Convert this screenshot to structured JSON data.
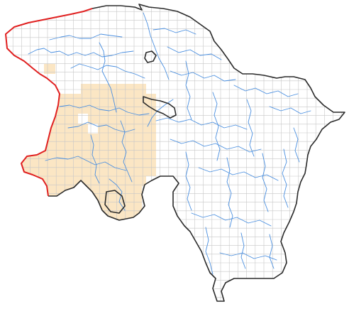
{
  "map": {
    "colors": {
      "background": "#ffffff",
      "highlight_fill": "#fbe6c4",
      "grid": "#c7c7c7",
      "state_border": "#2b2b2b",
      "coast_border": "#e02020",
      "rivers": "#4a8fe0"
    },
    "layers": [
      "grid",
      "highlight-region",
      "rivers",
      "state-border",
      "coastline"
    ]
  }
}
